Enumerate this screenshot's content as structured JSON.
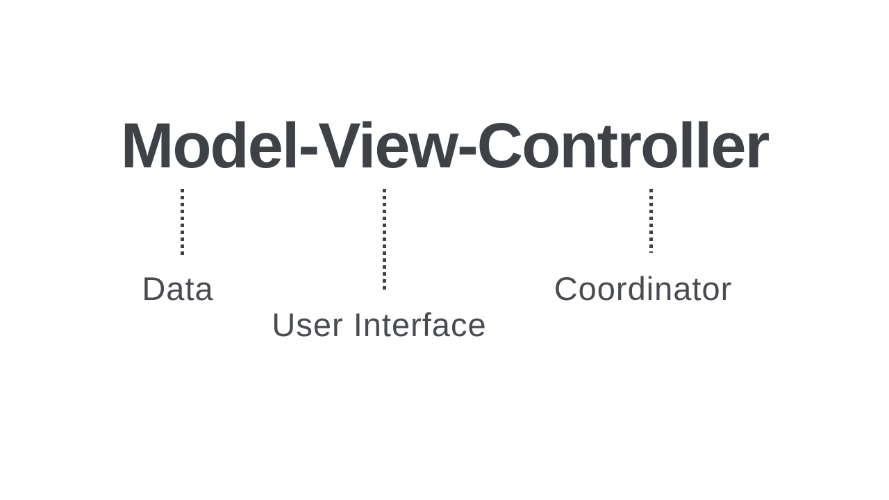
{
  "page": {
    "background_color": "#ffffff"
  },
  "title": {
    "text": "Model-View-Controller",
    "color": "#3e4247"
  },
  "annotations": {
    "connector_style": "dotted-vertical-line",
    "connector_color": "#3e4247",
    "label_color": "#484b51",
    "items": [
      {
        "label": "Data",
        "connects_to_word": "Model"
      },
      {
        "label": "User Interface",
        "connects_to_word": "View"
      },
      {
        "label": "Coordinator",
        "connects_to_word": "Controller"
      }
    ]
  }
}
